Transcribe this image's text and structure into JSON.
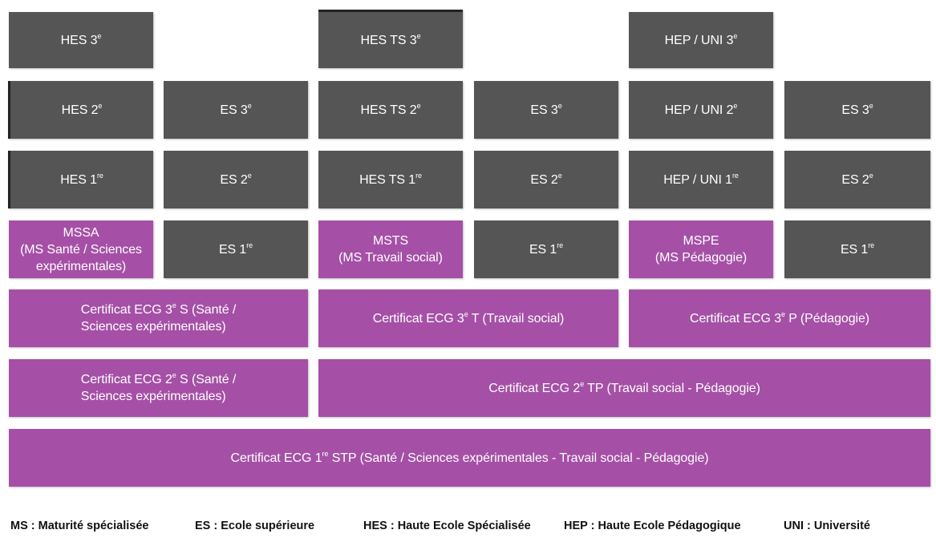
{
  "colors": {
    "gray": "#555555",
    "purple": "#a550a6",
    "text": "#ffffff"
  },
  "boxes": {
    "hes3": {
      "text": "HES 3",
      "sup": "e"
    },
    "hests3": {
      "text": "HES TS 3",
      "sup": "e"
    },
    "hepuni3": {
      "text": "HEP / UNI 3",
      "sup": "e"
    },
    "hes2": {
      "text": "HES 2",
      "sup": "e"
    },
    "es3_a": {
      "text": "ES 3",
      "sup": "e"
    },
    "hests2": {
      "text": "HES TS 2",
      "sup": "e"
    },
    "es3_b": {
      "text": "ES 3",
      "sup": "e"
    },
    "hepuni2": {
      "text": "HEP / UNI 2",
      "sup": "e"
    },
    "es3_c": {
      "text": "ES 3",
      "sup": "e"
    },
    "hes1": {
      "text": "HES 1",
      "sup": "re"
    },
    "es2_a": {
      "text": "ES 2",
      "sup": "e"
    },
    "hests1": {
      "text": "HES TS 1",
      "sup": "re"
    },
    "es2_b": {
      "text": "ES 2",
      "sup": "e"
    },
    "hepuni1": {
      "text": "HEP / UNI 1",
      "sup": "re"
    },
    "es2_c": {
      "text": "ES 2",
      "sup": "e"
    },
    "mssa": {
      "text": "MSSA\n(MS Santé / Sciences\nexpérimentales)"
    },
    "es1_a": {
      "text": "ES 1",
      "sup": "re"
    },
    "msts": {
      "text": "MSTS\n(MS Travail social)"
    },
    "es1_b": {
      "text": "ES 1",
      "sup": "re"
    },
    "mspe": {
      "text": "MSPE\n(MS Pédagogie)"
    },
    "es1_c": {
      "text": "ES 1",
      "sup": "re"
    },
    "ecg3s": {
      "pre": "Certificat ECG 3",
      "sup": "e",
      "post": " S (Santé /\nSciences expérimentales)"
    },
    "ecg3t": {
      "pre": "Certificat ECG 3",
      "sup": "e",
      "post": " T (Travail social)"
    },
    "ecg3p": {
      "pre": "Certificat ECG 3",
      "sup": "e",
      "post": " P (Pédagogie)"
    },
    "ecg2s": {
      "pre": "Certificat ECG 2",
      "sup": "e",
      "post": " S (Santé /\nSciences expérimentales)"
    },
    "ecg2tp": {
      "pre": "Certificat ECG 2",
      "sup": "e",
      "post": " TP (Travail social - Pédagogie)"
    },
    "ecg1stp": {
      "pre": "Certificat ECG 1",
      "sup": "re",
      "post": " STP (Santé / Sciences expérimentales - Travail social - Pédagogie)"
    }
  },
  "legend": {
    "ms": "MS : Maturité spécialisée",
    "es": "ES : Ecole supérieure",
    "hes": "HES : Haute Ecole Spécialisée",
    "hep": "HEP : Haute Ecole Pédagogique",
    "uni": "UNI : Université"
  }
}
